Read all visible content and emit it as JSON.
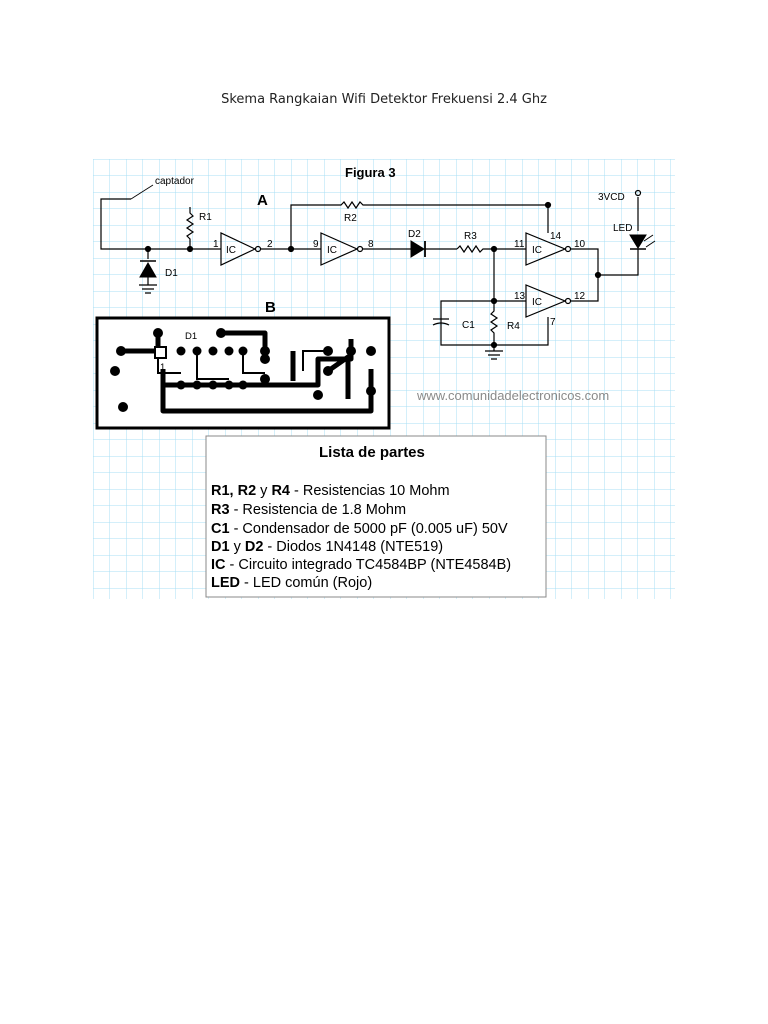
{
  "page": {
    "title": "Skema Rangkaian  Wifi Detektor  Frekuensi 2.4 Ghz"
  },
  "figure": {
    "title": "Figura 3",
    "section_a_label": "A",
    "section_b_label": "B",
    "watermark": "www.comunidadelectronicos.com",
    "schematic": {
      "antenna_label": "captador",
      "supply_label": "3VCD",
      "components": {
        "r1": "R1",
        "r2": "R2",
        "r3": "R3",
        "r4": "R4",
        "d1": "D1",
        "d2": "D2",
        "c1": "C1",
        "led": "LED",
        "ic": "IC"
      },
      "pins": {
        "p1": "1",
        "p2": "2",
        "p9": "9",
        "p8": "8",
        "p11": "11",
        "p14": "14",
        "p10": "10",
        "p13": "13",
        "p12": "12",
        "p7": "7"
      }
    },
    "pcb": {
      "d1_label": "D1",
      "pin1_label": "1",
      "plus_label": "+"
    }
  },
  "parts_list": {
    "title": "Lista de partes",
    "items": [
      {
        "bold1": "R1, R2",
        "mid": " y ",
        "bold2": "R4",
        "desc": " - Resistencias 10 Mohm"
      },
      {
        "bold1": "R3",
        "mid": "",
        "bold2": "",
        "desc": " - Resistencia de 1.8 Mohm"
      },
      {
        "bold1": "C1",
        "mid": "",
        "bold2": "",
        "desc": " - Condensador de 5000 pF (0.005 uF) 50V"
      },
      {
        "bold1": "D1",
        "mid": " y ",
        "bold2": "D2",
        "desc": " - Diodos 1N4148 (NTE519)"
      },
      {
        "bold1": "IC",
        "mid": "",
        "bold2": "",
        "desc": " - Circuito integrado TC4584BP (NTE4584B)"
      },
      {
        "bold1": "LED",
        "mid": "",
        "bold2": "",
        "desc": " - LED común (Rojo)"
      }
    ]
  },
  "colors": {
    "grid": "#a9dff4",
    "ink": "#000000",
    "watermark": "#8a8a8a"
  }
}
